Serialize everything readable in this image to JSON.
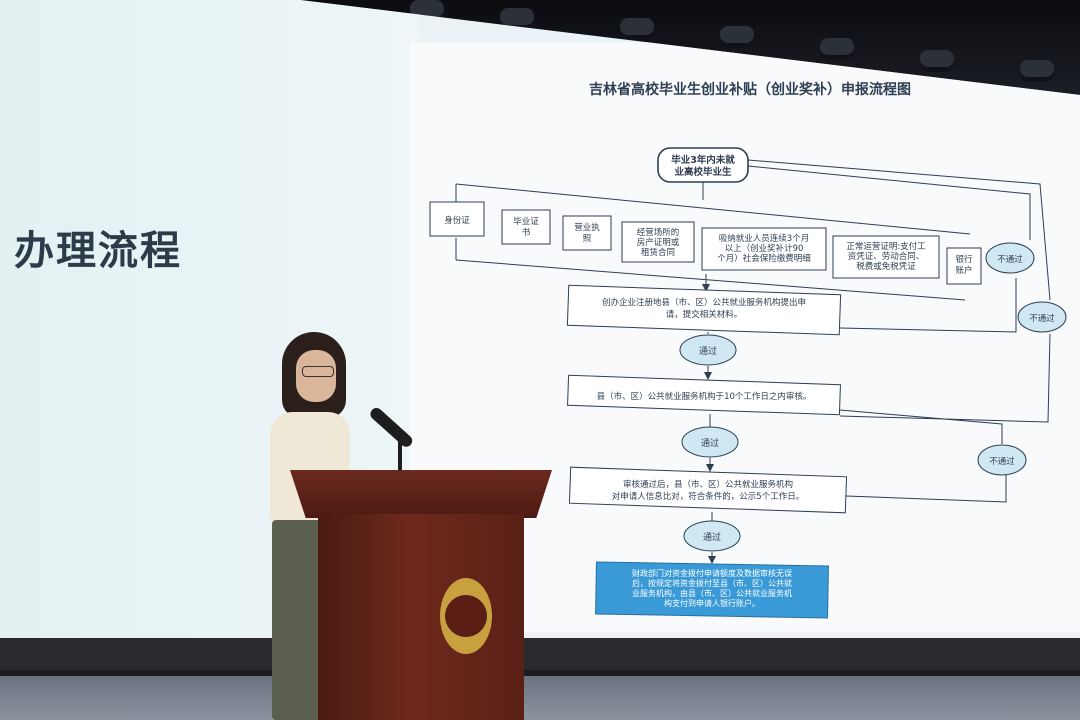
{
  "slide": {
    "heading": "办理流程"
  },
  "flowchart": {
    "title": "吉林省高校毕业生创业补贴（创业奖补）申报流程图",
    "start": "毕业3年内未就业高校毕业生",
    "documents": [
      "身份证",
      "毕业证书",
      "营业执照",
      "经营场所的房产证明或租赁合同",
      "吸纳就业人员连续3个月以上（创业奖补计90个月）社会保险缴费明细",
      "正常运营证明:支付工资凭证、劳动合同、税费或免税凭证",
      "银行账户"
    ],
    "step1": "创办企业注册地县（市、区）公共就业服务机构提出申请，提交相关材料。",
    "step2": "县（市、区）公共就业服务机构于10个工作日之内审核。",
    "step3": "审核通过后，县（市、区）公共就业服务机构对申请人信息比对，符合条件的，公示5个工作日。",
    "step4": "财政部门对资金拨付申请额度及数据审核无误后，按规定将资金拨付至县（市、区）公共就业服务机构，由县（市、区）公共就业服务机构支付到申请人银行账户。",
    "pass_label": "通过",
    "fail_label": "不通过"
  },
  "colors": {
    "screen_bg": "#f8fafb",
    "box_border": "#2f3e52",
    "oval_fill": "#cfe8f4",
    "final_fill": "#3a9ad8",
    "podium": "#5a1e14"
  }
}
